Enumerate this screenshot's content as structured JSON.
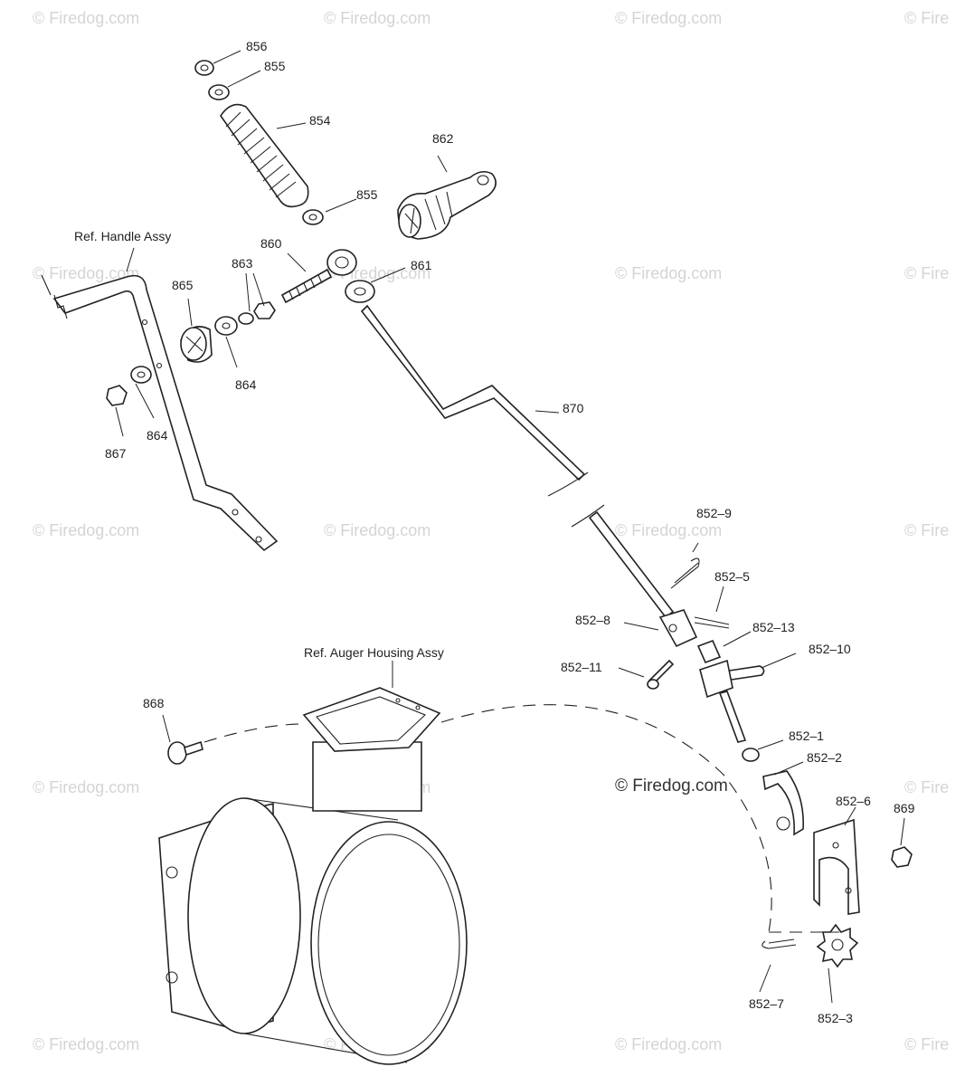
{
  "watermark": {
    "text": "© Firedog.com",
    "edge_text": "© Fire"
  },
  "copyright_mark": "© Firedog.com",
  "callouts": {
    "p856": "856",
    "p855a": "855",
    "p854": "854",
    "p862": "862",
    "p855b": "855",
    "p860": "860",
    "p861": "861",
    "p863": "863",
    "p865": "865",
    "p864a": "864",
    "p864b": "864",
    "p867": "867",
    "p870": "870",
    "p852_9": "852–9",
    "p852_5": "852–5",
    "p852_8": "852–8",
    "p852_13": "852–13",
    "p852_10": "852–10",
    "p852_11": "852–11",
    "p852_1": "852–1",
    "p852_2": "852–2",
    "p852_6": "852–6",
    "p869": "869",
    "p852_7": "852–7",
    "p852_3": "852–3",
    "p868": "868"
  },
  "references": {
    "handle": "Ref. Handle Assy",
    "auger": "Ref. Auger Housing Assy"
  }
}
